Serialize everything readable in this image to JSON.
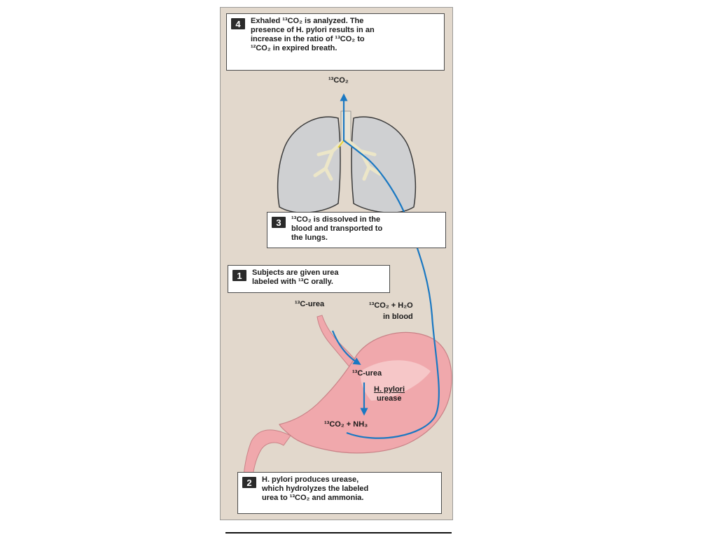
{
  "steps": [
    {
      "number": "4",
      "lines": [
        "Exhaled ¹³CO₂ is analyzed. The",
        "presence of H. pylori results in an",
        "increase in the ratio of ¹³CO₂ to",
        "¹²CO₂ in expired breath."
      ]
    },
    {
      "number": "3",
      "lines": [
        "¹³CO₂ is dissolved in the",
        "blood and transported to",
        "the lungs."
      ]
    },
    {
      "number": "1",
      "lines": [
        "Subjects are given urea",
        "labeled with ¹³C orally."
      ]
    },
    {
      "number": "2",
      "lines": [
        "H. pylori produces urease,",
        "which hydrolyzes the labeled",
        "urea to ¹³CO₂ and ammonia."
      ]
    }
  ],
  "labels": {
    "exhaled_co2": "¹³CO₂",
    "urea_in": "¹³C-urea",
    "co2_blood_1": "¹³CO₂ + H₂O",
    "co2_blood_2": "in blood",
    "urea_stomach": "¹³C-urea",
    "enzyme_1": "H. pylori",
    "enzyme_2": "urease",
    "products": "¹³CO₂ + NH₃"
  },
  "colors": {
    "panel": "#e2d8cc",
    "stomach": "#f0a8ac",
    "lung": "#cfd0d2",
    "arrow": "#1a78c2"
  }
}
